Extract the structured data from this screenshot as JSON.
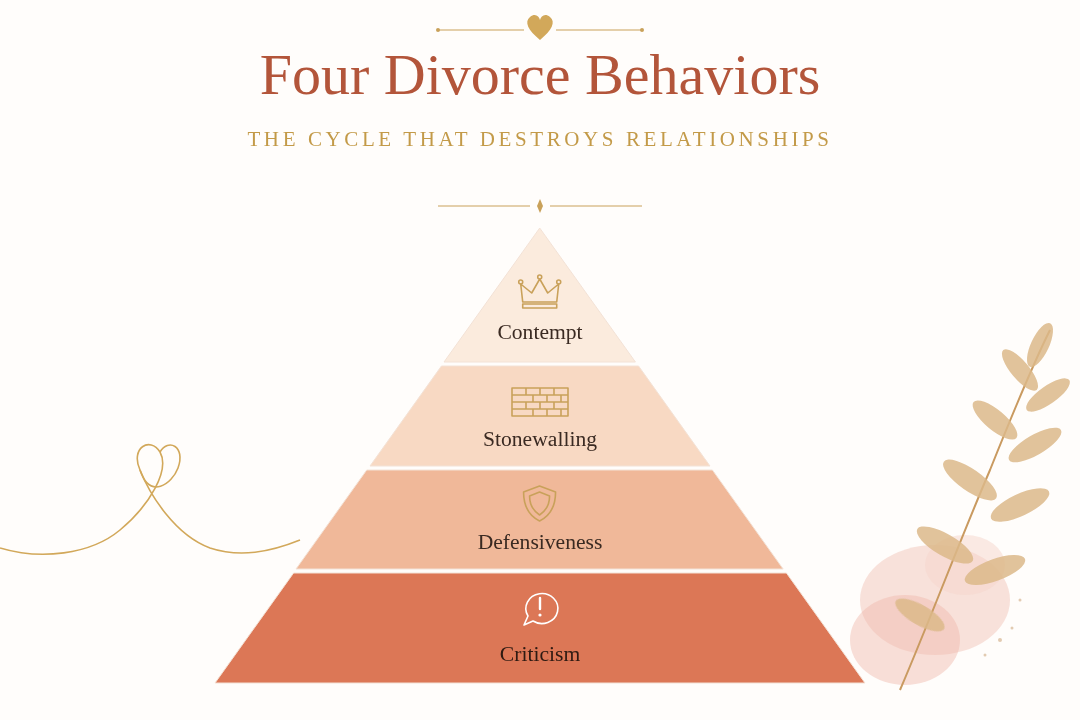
{
  "diagram": {
    "title": "Four Divorce Behaviors",
    "nodes": [
      {
        "text": [
          "Contempt"
        ]
      },
      {
        "text": [
          "Stonewalling"
        ]
      },
      {
        "text": [
          "Defensiveness"
        ]
      },
      {
        "text": [
          "Criticism"
        ]
      }
    ],
    "labels": [
      "THE CYCLE THAT DESTROYS RELATIONSHIPS"
    ]
  }
}
